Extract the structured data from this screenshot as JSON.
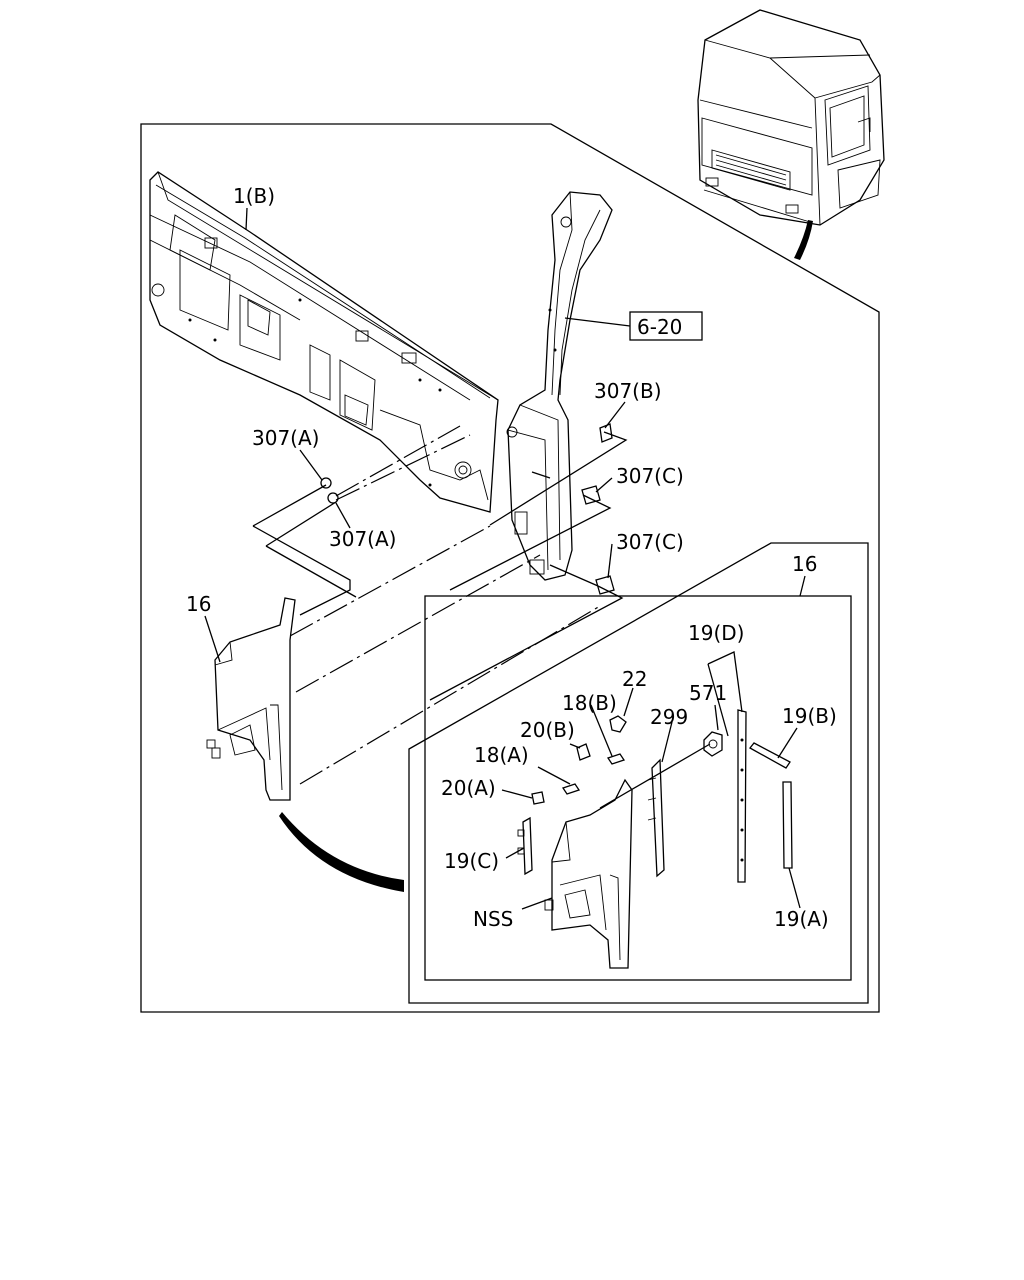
{
  "labels": {
    "part_1b": "1(B)",
    "ref_6_20": "6-20",
    "part_307b": "307(B)",
    "part_307a_upper": "307(A)",
    "part_307a_lower": "307(A)",
    "part_307c_upper": "307(C)",
    "part_307c_lower": "307(C)",
    "part_16_main": "16",
    "part_16_inset": "16",
    "part_19d": "19(D)",
    "part_22": "22",
    "part_18b": "18(B)",
    "part_571": "571",
    "part_299": "299",
    "part_20b": "20(B)",
    "part_19b": "19(B)",
    "part_18a": "18(A)",
    "part_20a": "20(A)",
    "part_19c": "19(C)",
    "part_nss": "NSS",
    "part_19a": "19(A)"
  }
}
